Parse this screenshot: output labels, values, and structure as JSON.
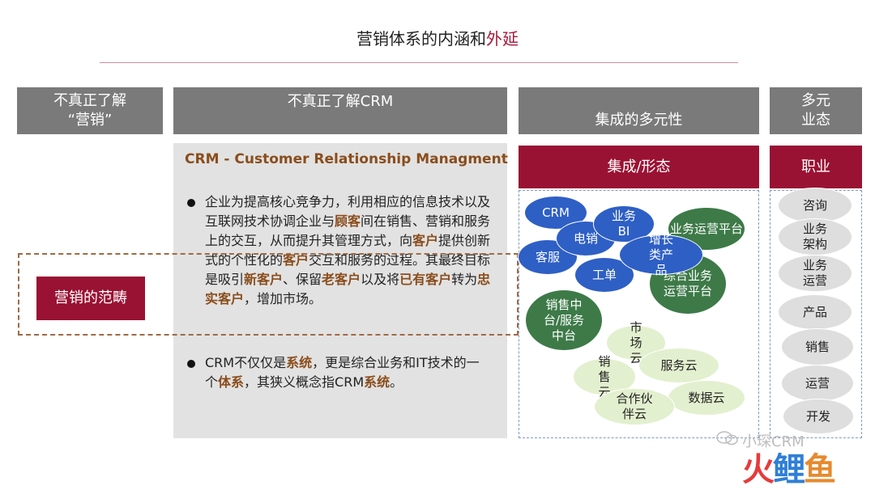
{
  "title": {
    "main": "营销体系的内涵和",
    "accent": "外延"
  },
  "headers": [
    {
      "line1": "不真正了解",
      "line2": "“营销”"
    },
    {
      "line1": "不真正了解CRM"
    },
    {
      "line1": "集成的多元性"
    },
    {
      "line1": "多元",
      "line2": "业态"
    }
  ],
  "crm": {
    "title": "CRM - Customer Relationship Managment",
    "bullet1": [
      {
        "t": "企业为提高核心竞争力，利用相应的信息技术以及互联网技术协调企业与",
        "h": false
      },
      {
        "t": "顾客",
        "h": true
      },
      {
        "t": "间在销售、营销和服务上的交互，从而提升其管理方式，向",
        "h": false
      },
      {
        "t": "客户",
        "h": true
      },
      {
        "t": "提供创新式的个性化的",
        "h": false
      },
      {
        "t": "客户",
        "h": true
      },
      {
        "t": "交互和服务的过程。其最终目标是吸引",
        "h": false
      },
      {
        "t": "新客户",
        "h": true
      },
      {
        "t": "、保留",
        "h": false
      },
      {
        "t": "老客户",
        "h": true
      },
      {
        "t": "以及将",
        "h": false
      },
      {
        "t": "已有客户",
        "h": true
      },
      {
        "t": "转为",
        "h": false
      },
      {
        "t": "忠实客户",
        "h": true
      },
      {
        "t": "，增加市场。",
        "h": false
      }
    ],
    "bullet2": [
      {
        "t": "CRM不仅仅是",
        "h": false
      },
      {
        "t": "系统",
        "h": true
      },
      {
        "t": "，更是综合业务和IT技术的一个",
        "h": false
      },
      {
        "t": "体系",
        "h": true
      },
      {
        "t": "，其狭义概念指CRM",
        "h": false
      },
      {
        "t": "系统",
        "h": true
      },
      {
        "t": "。",
        "h": false
      }
    ]
  },
  "scope_label": "营销的范畴",
  "integration": {
    "header": "集成/形态",
    "bubbles": {
      "crm": "CRM",
      "yewubi": "业务BI",
      "dianxiao": "电销",
      "kefu": "客服",
      "gongdan": "工单",
      "zengzhang": "增长类产品",
      "yunying_pt": "业务运营平台",
      "zonghe": "综合业务运营平台",
      "xiaoshou_zt": "销售中台/服务中台",
      "shichang_yun": "市场云",
      "xiaoshou_yun": "销售云",
      "fuwu_yun": "服务云",
      "hezuo_yun": "合作伙伴云",
      "shuju_yun": "数据云"
    }
  },
  "career": {
    "header": "职业",
    "items": [
      "咨询",
      "业务架构",
      "业务运营",
      "产品",
      "销售",
      "运营",
      "开发"
    ]
  },
  "watermark": {
    "text": "小琛CRM",
    "logo": "火鲤鱼"
  },
  "colors": {
    "accent": "#a6183a",
    "header_grey": "#7a7a7a",
    "maroon": "#9a1233",
    "highlight": "#8a4d1c"
  }
}
